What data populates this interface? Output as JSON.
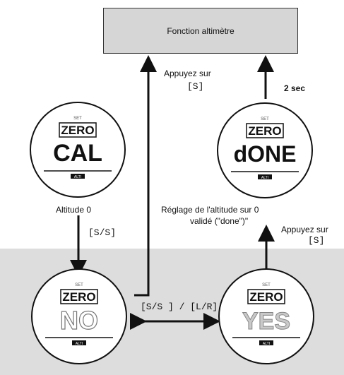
{
  "header": {
    "title": "Fonction altimètre"
  },
  "labels": {
    "press_s_1": "Appuyez sur",
    "press_s_1_key": "[S]",
    "two_sec": "2 sec",
    "altitude_zero": "Altitude 0",
    "ss_key": "[S/S]",
    "ss_lr_key": "[S/S ] / [L/R]",
    "setting_done": "Réglage de l'altitude sur 0",
    "setting_done_2": "validé (\"done\")\"",
    "press_s_2": "Appuyez sur",
    "press_s_2_key": "[S]"
  },
  "watches": {
    "cal": {
      "set": "SET",
      "mode": "ZERO",
      "main": "CAL",
      "badge": "ALTI"
    },
    "done": {
      "set": "SET",
      "mode": "ZERO",
      "main": "dONE",
      "badge": "ALTI"
    },
    "no": {
      "set": "SET",
      "mode": "ZERO",
      "main": "NO",
      "badge": "ALTI"
    },
    "yes": {
      "set": "SET",
      "mode": "ZERO",
      "main": "YES",
      "badge": "ALTI"
    }
  },
  "colors": {
    "shade": "#dddddd",
    "box": "#d6d6d6",
    "ink": "#111111",
    "faded": "#9a9a9a"
  }
}
